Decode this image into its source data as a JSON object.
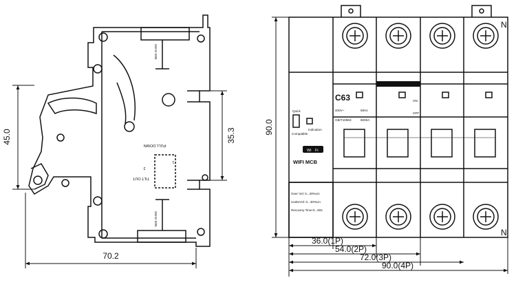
{
  "side_view": {
    "height_total": "45.0",
    "width_total": "70.2",
    "height_upper": "35.3",
    "min_label_top": "15mm MIN",
    "min_label_bottom": "15mm MIN",
    "pull_down": "PULL DOWN",
    "tilt_out": "TILT OUT",
    "step_1": "1",
    "step_2": "2"
  },
  "front_view": {
    "height_total": "90.0",
    "rating": "C63",
    "voltage": "400V~",
    "frequency": "50Hz",
    "standard": "GB/T10963",
    "breaking": "6000A",
    "wifi_mark": "Wi",
    "wifi_mark2": "Fi",
    "product_name": "WIFI MCB",
    "quick_label": "Quick",
    "compatible_label": "Compatible",
    "indication_label": "Indication",
    "on_label": "ON",
    "off_label": "OFF",
    "n_top": "N",
    "n_bottom": "N",
    "spec_lines": [
      "Over Vol: 0...30%Un",
      "UnderVol: 0...30%Un",
      "Recovery Time:0...60s"
    ],
    "widths": [
      {
        "label": "36.0(1P)"
      },
      {
        "label": "54.0(2P)"
      },
      {
        "label": "72.0(3P)"
      },
      {
        "label": "90.0(4P)"
      }
    ]
  },
  "colors": {
    "line": "#111111",
    "background": "#ffffff"
  }
}
